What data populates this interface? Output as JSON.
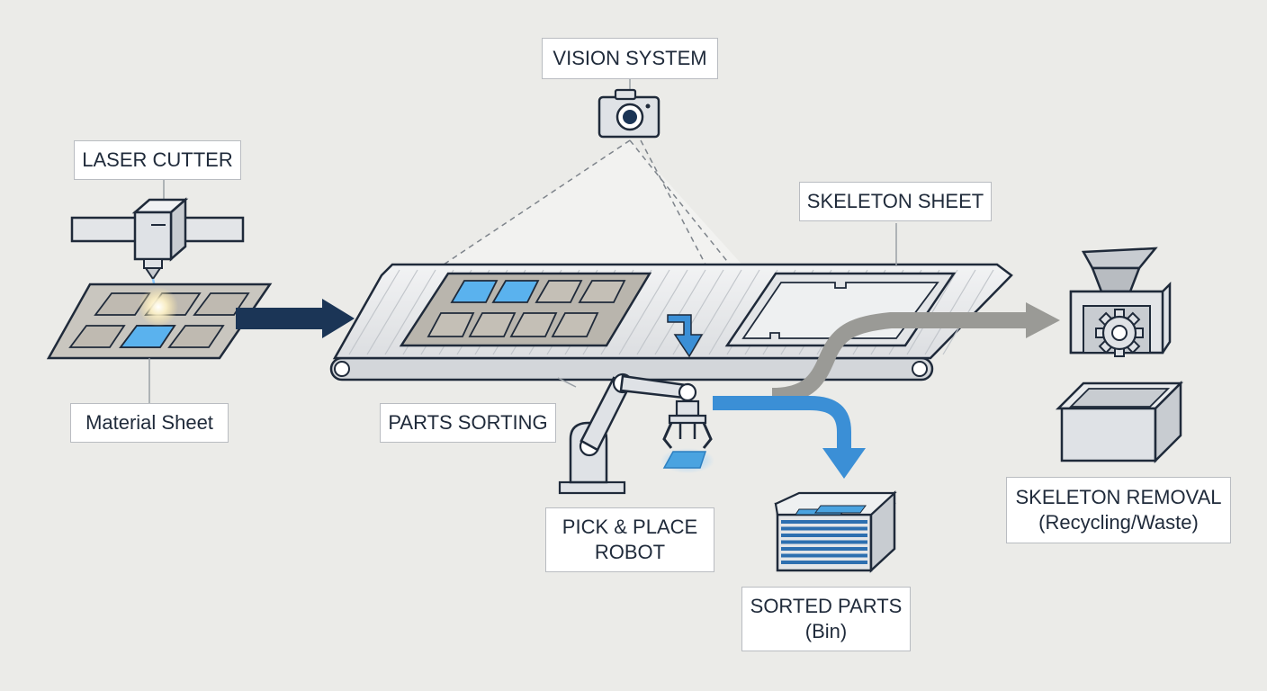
{
  "labels": {
    "vision_system": "VISION SYSTEM",
    "laser_cutter": "LASER CUTTER",
    "skeleton_sheet": "SKELETON SHEET",
    "material_sheet": "Material Sheet",
    "parts_sorting": "PARTS SORTING",
    "pick_place_line1": "PICK & PLACE",
    "pick_place_line2": "ROBOT",
    "sorted_parts_line1": "SORTED PARTS",
    "sorted_parts_line2": "(Bin)",
    "skeleton_removal_line1": "SKELETON REMOVAL",
    "skeleton_removal_line2": "(Recycling/Waste)"
  },
  "colors": {
    "outline": "#1f2a3a",
    "navy_arrow": "#1b3556",
    "blue_part": "#4aa3e0",
    "grey_arrow": "#9a9a96",
    "label_border": "#b9bcc1",
    "background": "#ebebe8"
  },
  "icons": [
    "camera-icon",
    "laser-head-icon",
    "robot-arm-icon",
    "gripper-icon",
    "shredder-icon",
    "gear-icon",
    "bin-icon"
  ]
}
